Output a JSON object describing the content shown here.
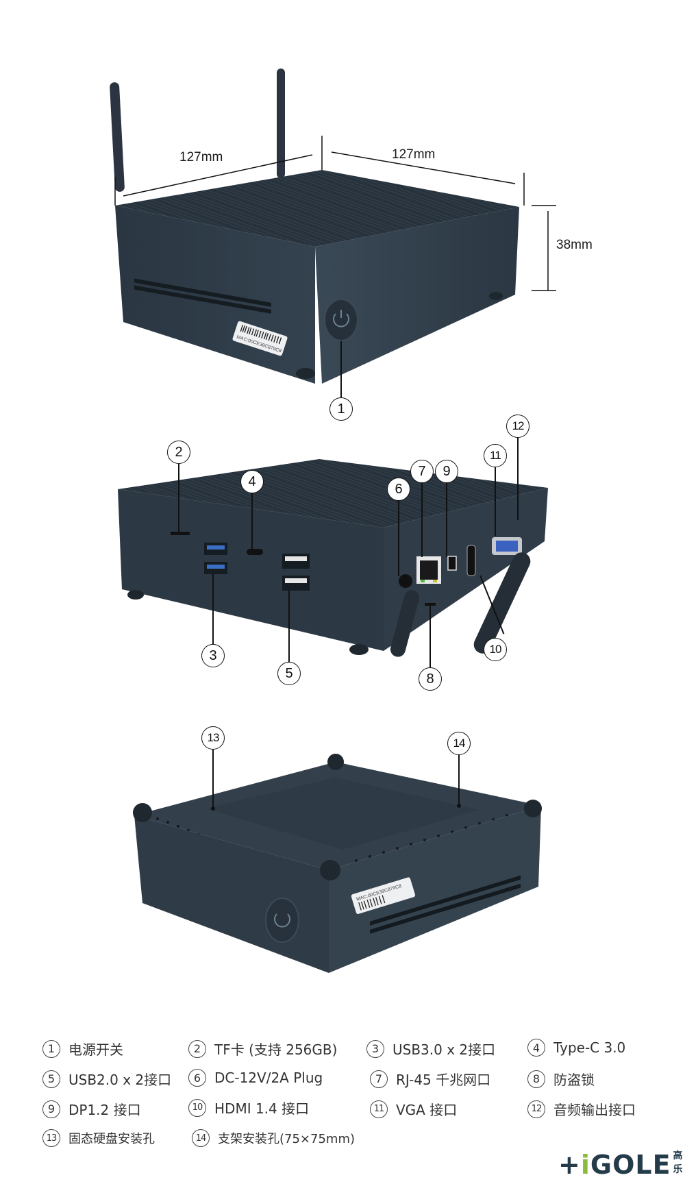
{
  "product": {
    "views": [
      {
        "id": "top-view",
        "description": "front perspective with antennas"
      },
      {
        "id": "rear-view",
        "description": "ports side"
      },
      {
        "id": "bottom-view",
        "description": "underside"
      }
    ],
    "dimensions": {
      "width": "127mm",
      "depth": "127mm",
      "height": "38mm"
    },
    "mac_label": "MAC:00CE39C879C8"
  },
  "callouts": [
    {
      "num": "1",
      "label": "电源开关"
    },
    {
      "num": "2",
      "label": "TF卡 (支持 256GB)"
    },
    {
      "num": "3",
      "label": "USB3.0 x 2接口"
    },
    {
      "num": "4",
      "label": "Type-C 3.0"
    },
    {
      "num": "5",
      "label": "USB2.0 x 2接口"
    },
    {
      "num": "6",
      "label": "DC-12V/2A Plug"
    },
    {
      "num": "7",
      "label": "RJ-45 千兆网口"
    },
    {
      "num": "8",
      "label": "防盗锁"
    },
    {
      "num": "9",
      "label": "DP1.2  接口"
    },
    {
      "num": "10",
      "label": "HDMI 1.4 接口"
    },
    {
      "num": "11",
      "label": "VGA 接口"
    },
    {
      "num": "12",
      "label": "音频输出接口"
    },
    {
      "num": "13",
      "label": "固态硬盘安装孔"
    },
    {
      "num": "14",
      "label": "支架安装孔(75×75mm)"
    }
  ],
  "brand": {
    "logo_prefix": "+",
    "logo_i": "i",
    "logo_rest": "GOLE",
    "logo_cn": "高乐",
    "colors": {
      "dark": "#243b4a",
      "green": "#8dbb3a"
    }
  },
  "colors": {
    "device_body": "#2f3c48",
    "device_top": "#26313b",
    "background": "#ffffff"
  }
}
